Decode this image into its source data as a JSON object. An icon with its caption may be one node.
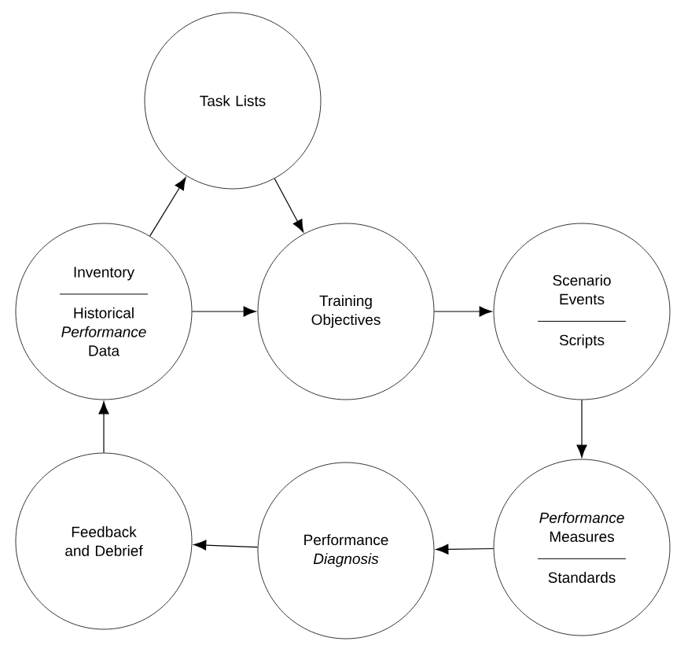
{
  "diagram": {
    "nodes": [
      {
        "text": [
          "Task Lists"
        ]
      },
      {
        "text": [
          "Inventory",
          "Historical *Performance* Data"
        ]
      },
      {
        "text": [
          "Training Objectives"
        ]
      },
      {
        "text": [
          "Scenario Events",
          "Scripts"
        ]
      },
      {
        "text": [
          "*Performance* Measures",
          "Standards"
        ]
      },
      {
        "text": [
          "Performance *Diagnosis*"
        ]
      },
      {
        "text": [
          "Feedback and Debrief"
        ]
      }
    ],
    "edges": [
      {
        "from": 1,
        "to": 0,
        "arrow": "to"
      },
      {
        "from": 0,
        "to": 2,
        "arrow": "to"
      },
      {
        "from": 1,
        "to": 2,
        "arrow": "to"
      },
      {
        "from": 2,
        "to": 3,
        "arrow": "to"
      },
      {
        "from": 3,
        "to": 4,
        "arrow": "to"
      },
      {
        "from": 4,
        "to": 5,
        "arrow": "to"
      },
      {
        "from": 5,
        "to": 6,
        "arrow": "to"
      },
      {
        "from": 6,
        "to": 1,
        "arrow": "to"
      }
    ]
  }
}
